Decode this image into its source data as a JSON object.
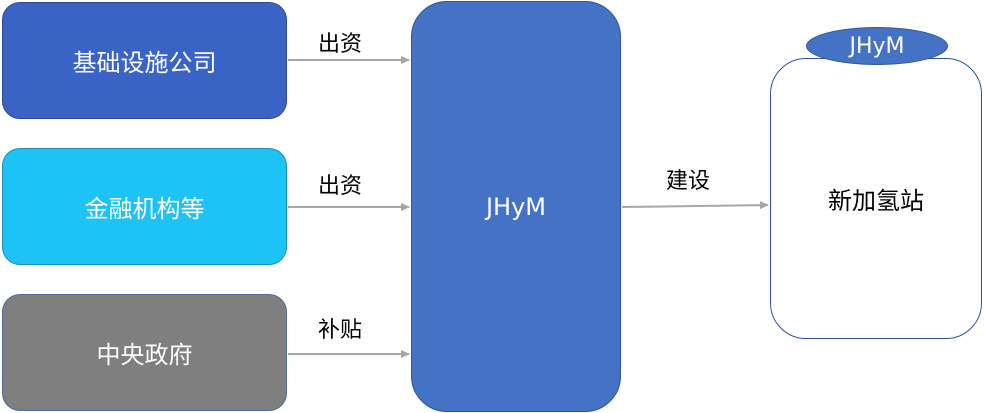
{
  "sources": [
    {
      "label": "基础设施公司",
      "color": "#3a63c6"
    },
    {
      "label": "金融机构等",
      "color": "#1ec3f5"
    },
    {
      "label": "中央政府",
      "color": "#7f7f7f"
    }
  ],
  "edges": [
    {
      "label": "出资"
    },
    {
      "label": "出资"
    },
    {
      "label": "补贴"
    },
    {
      "label": "建设"
    }
  ],
  "center": {
    "label": "JHyM",
    "color": "#4472c4"
  },
  "target": {
    "label": "新加氢站",
    "badge": "JHyM"
  },
  "colors": {
    "arrow": "#a6a6a6",
    "border": "#2f5597"
  }
}
